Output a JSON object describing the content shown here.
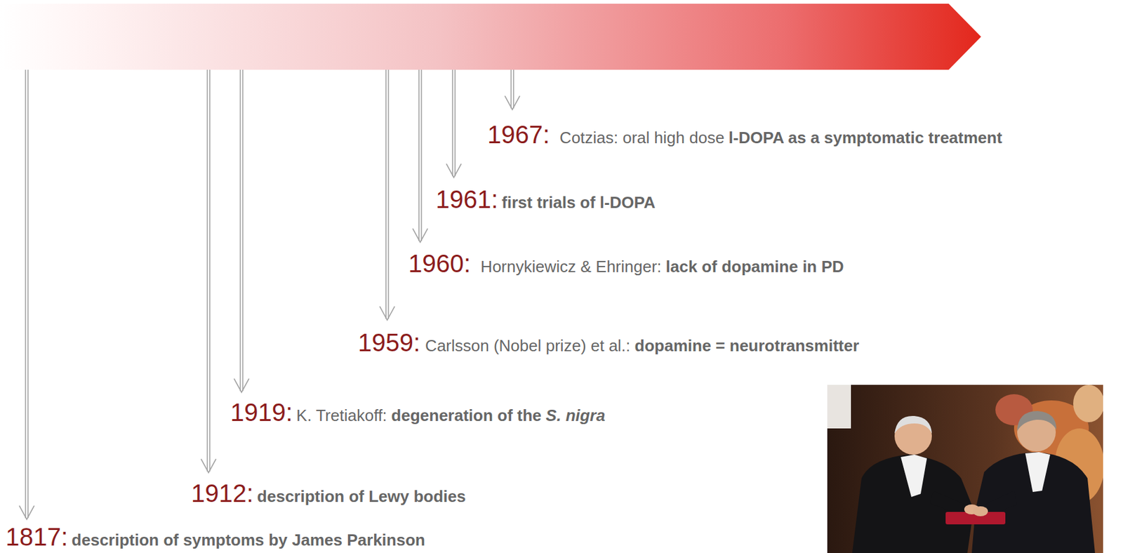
{
  "diagram": {
    "labels": [
      "1967:",
      "Cotzias: oral high dose",
      "l-DOPA as a symptomatic treatment",
      "1961:",
      "first trials of l-DOPA",
      "1960:",
      "Hornykiewicz & Ehringer:",
      "lack of dopamine in PD",
      "1959:",
      "Carlsson (Nobel prize) et al.:",
      "dopamine = neurotransmitter",
      "1919:",
      "K. Tretiakoff:",
      "degeneration of the",
      "S. nigra",
      "1912:",
      "description of Lewy bodies",
      "1817:",
      "description of symptoms by James Parkinson"
    ]
  }
}
